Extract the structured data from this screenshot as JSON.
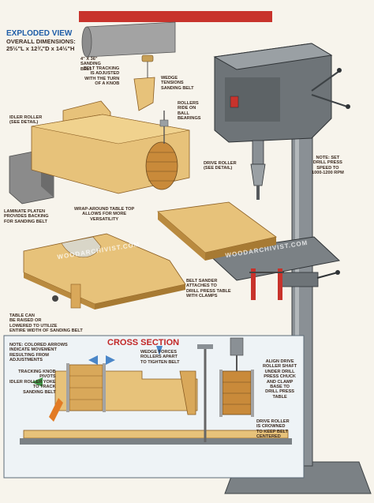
{
  "header": {
    "title": "EXPLODED VIEW",
    "dims_heading": "OVERALL DIMENSIONS:",
    "dims_value": "25½\"L x 12¾\"D x 14½\"H"
  },
  "labels": {
    "sanding_belt": "4\" x 36\"\nSANDING\nBELT",
    "belt_tracking": "BELT TRACKING\nIS ADJUSTED\nWITH THE TURN\nOF A KNOB",
    "wedge": "WEDGE\nTENSIONS\nSANDING BELT",
    "rollers": "ROLLERS\nRIDE ON\nBALL\nBEARINGS",
    "idler_roller": "IDLER ROLLER\n(SEE DETAIL)",
    "drive_roller": "DRIVE ROLLER\n(SEE DETAIL)",
    "note": "NOTE: SET\nDRILL PRESS\nSPEED TO\n1000-1200 RPM",
    "laminate": "LAMINATE PLATEN\nPROVIDES BACKING\nFOR SANDING BELT",
    "wrap_table": "WRAP-AROUND TABLE TOP\nALLOWS FOR MORE\nVERSATILITY",
    "belt_sander": "BELT SANDER\nATTACHES TO\nDRILL PRESS TABLE\nWITH CLAMPS",
    "table_raise": "TABLE CAN\nBE RAISED OR\nLOWERED TO UTILIZE\nENTIRE WIDTH OF SANDING BELT"
  },
  "cross_section": {
    "title": "CROSS SECTION",
    "note_arrows": "NOTE: COLORED ARROWS\nINDICATE MOVEMENT\nRESULTING FROM\nADJUSTMENTS",
    "wedge_forces": "WEDGE FORCES\nROLLERS APART\nTO TIGHTEN BELT",
    "align": "ALIGN DRIVE\nROLLER SHAFT\nUNDER DRILL\nPRESS CHUCK\nAND CLAMP\nBASE TO\nDRILL PRESS\nTABLE",
    "knob_pivots": "TRACKING KNOB\nPIVOTS\nIDLER ROLLER YOKE\nTO TRACK\nSANDING BELT",
    "crowned": "DRIVE ROLLER\nIS CROWNED\nTO KEEP BELT\nCENTERED"
  },
  "watermarks": [
    "WOODARCHIVIST.COM",
    "WOODARCHIVIST.COM"
  ],
  "colors": {
    "title_blue": "#1f5ea8",
    "cross_red": "#c22727",
    "wood": "#e7c27a",
    "wood_dark": "#b98a3f",
    "drill_press": "#6e7478",
    "belt": "#a3a3a3",
    "arrow_blue": "#4a86c8",
    "arrow_orange": "#e27b25",
    "arrow_green": "#3f9a4a"
  }
}
